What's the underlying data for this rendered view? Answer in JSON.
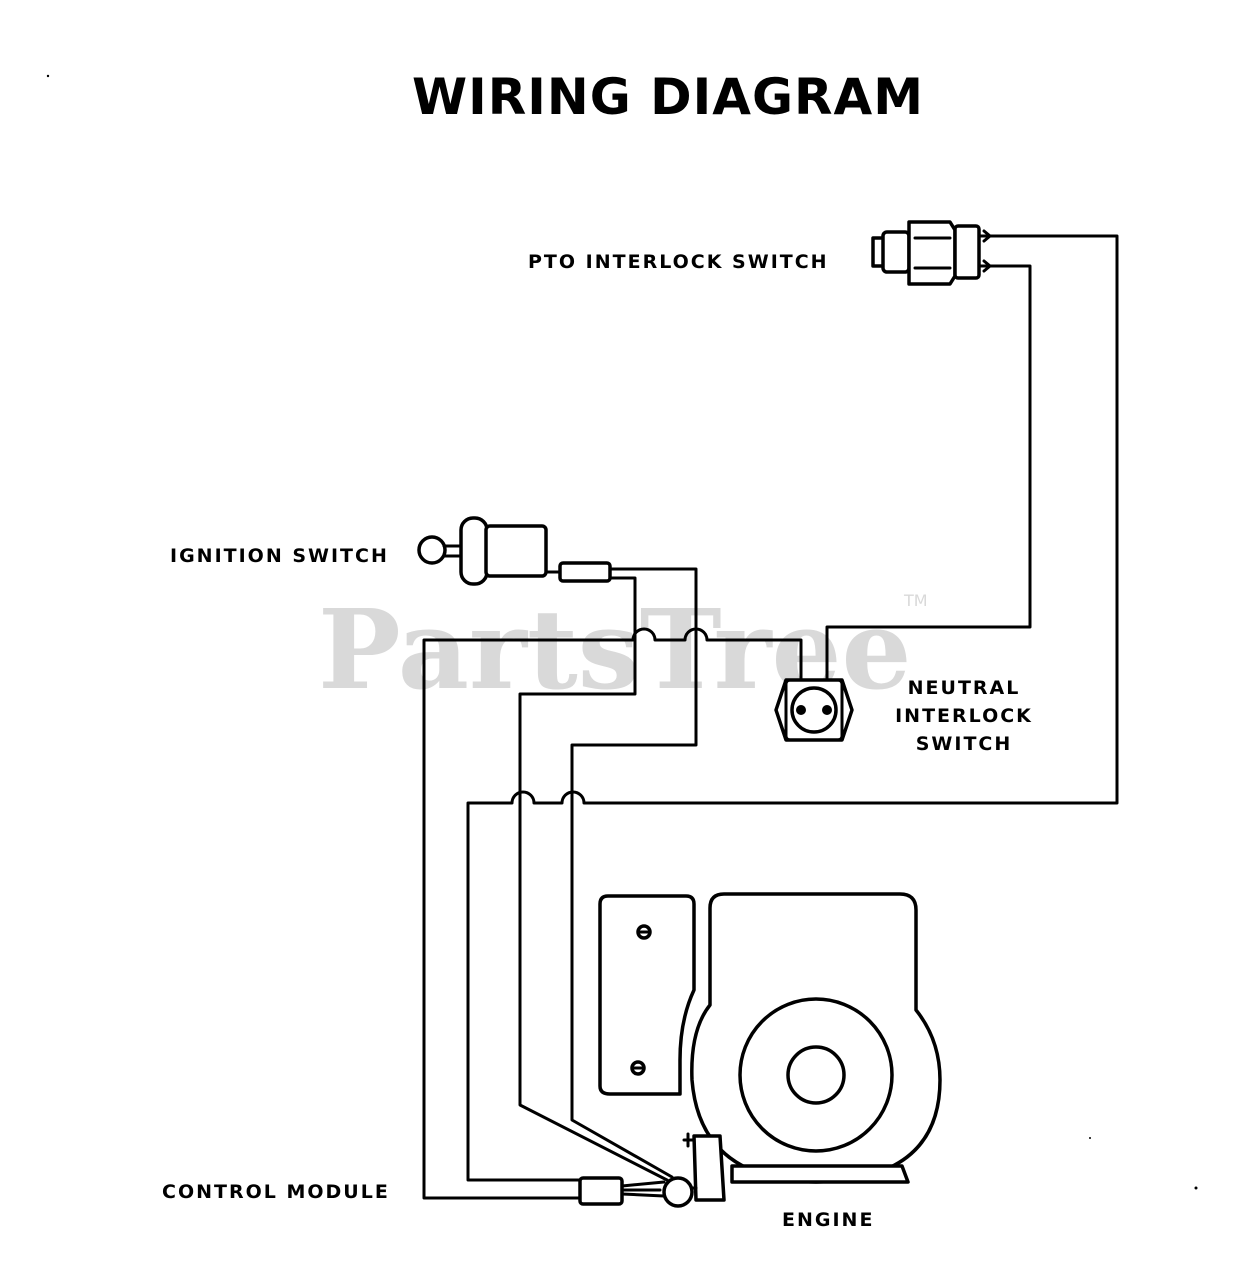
{
  "title": "WIRING DIAGRAM",
  "labels": {
    "pto_interlock_switch": "PTO INTERLOCK SWITCH",
    "ignition_switch": "IGNITION SWITCH",
    "neutral_interlock_switch": [
      "NEUTRAL",
      "INTERLOCK",
      "SWITCH"
    ],
    "control_module": "CONTROL MODULE",
    "engine": "ENGINE"
  },
  "watermark": {
    "text": "PartsTree",
    "trademark": "TM"
  },
  "colors": {
    "ink": "#000000",
    "paper": "#ffffff",
    "watermark": "#d9d9d9"
  }
}
